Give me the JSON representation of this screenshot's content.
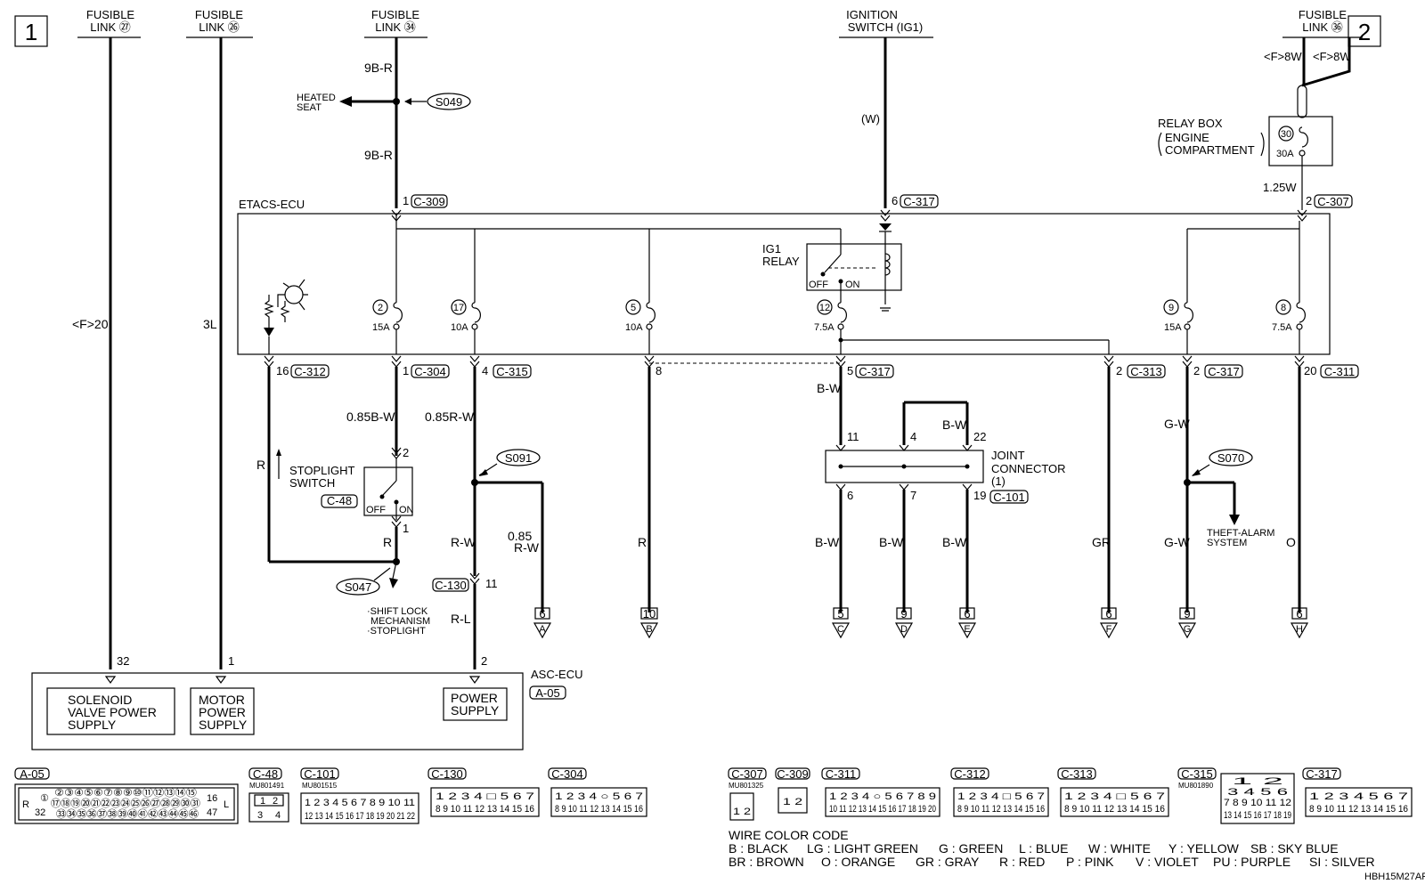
{
  "page_markers": [
    "1",
    "2"
  ],
  "sources": {
    "fl27": [
      "FUSIBLE",
      "LINK ㉗"
    ],
    "fl26": [
      "FUSIBLE",
      "LINK ㉖"
    ],
    "fl34": [
      "FUSIBLE",
      "LINK ㉞"
    ],
    "ig1": [
      "IGNITION",
      "SWITCH (IG1)"
    ],
    "fl36": [
      "FUSIBLE",
      "LINK ㊱"
    ]
  },
  "wires": {
    "f20": "<F>20",
    "l3": "3L",
    "br9a": "9B-R",
    "br9b": "9B-R",
    "w_ig": "(W)",
    "f8w_a": "<F>8W",
    "f8w_b": "<F>8W",
    "w125": "1.25W",
    "b085": "0.85B-W",
    "r085": "0.85R-W",
    "r_left": "R",
    "r_mid": "R",
    "rw": "R-W",
    "rw085a": "0.85",
    "rw085b": "R-W",
    "rl": "R-L",
    "r_c": "R",
    "bw_top": "B-W",
    "bw_jc": "B-W",
    "bw1": "B-W",
    "bw2": "B-W",
    "bw3": "B-W",
    "gr": "GR",
    "gw_top": "G-W",
    "gw_bot": "G-W",
    "o": "O"
  },
  "splices": {
    "s049": "S049",
    "s091": "S091",
    "s047": "S047",
    "s070": "S070"
  },
  "labels": {
    "heated_seat": [
      "HEATED",
      "SEAT"
    ],
    "etacs": "ETACS-ECU",
    "ig1_relay": [
      "IG1",
      "RELAY"
    ],
    "off": "OFF",
    "on": "ON",
    "relay_box": [
      "RELAY BOX",
      "ENGINE",
      "COMPARTMENT"
    ],
    "rb_fuse_no": "30",
    "rb_fuse_amp": "30A",
    "stoplight": [
      "STOPLIGHT",
      "SWITCH"
    ],
    "sw_off": "OFF",
    "sw_on": "ON",
    "shift_lock": [
      "·SHIFT LOCK",
      "MECHANISM",
      "·STOPLIGHT"
    ],
    "theft": [
      "THEFT-ALARM",
      "SYSTEM"
    ],
    "joint": [
      "JOINT",
      "CONNECTOR",
      "(1)"
    ],
    "asc_ecu": "ASC-ECU",
    "asc_conn": "A-05",
    "solenoid": [
      "SOLENOID",
      "VALVE POWER",
      "SUPPLY"
    ],
    "motor": [
      "MOTOR",
      "POWER",
      "SUPPLY"
    ],
    "power": [
      "POWER",
      "SUPPLY"
    ],
    "code": "HBH15M27AF"
  },
  "fuses": [
    {
      "no": "2",
      "amp": "15A"
    },
    {
      "no": "17",
      "amp": "10A"
    },
    {
      "no": "5",
      "amp": "10A"
    },
    {
      "no": "12",
      "amp": "7.5A"
    },
    {
      "no": "9",
      "amp": "15A"
    },
    {
      "no": "8",
      "amp": "7.5A"
    }
  ],
  "pins": {
    "p309": {
      "pin": "1",
      "conn": "C-309"
    },
    "p317top": {
      "pin": "6",
      "conn": "C-317"
    },
    "p307": {
      "pin": "2",
      "conn": "C-307"
    },
    "p312": {
      "pin": "16",
      "conn": "C-312"
    },
    "p304": {
      "pin": "1",
      "conn": "C-304"
    },
    "p315": {
      "pin": "4",
      "conn": "C-315"
    },
    "p8": {
      "pin": "8",
      "conn": ""
    },
    "p317a": {
      "pin": "5",
      "conn": "C-317"
    },
    "p313": {
      "pin": "2",
      "conn": "C-313"
    },
    "p317b": {
      "pin": "2",
      "conn": "C-317"
    },
    "p311": {
      "pin": "20",
      "conn": "C-311"
    },
    "sw_top": "2",
    "sw_bot": "1",
    "sw_conn": "C-48",
    "c130": "C-130",
    "c130_pin": "11",
    "asc32": "32",
    "asc1": "1",
    "asc2": "2",
    "jc11": "11",
    "jc4": "4",
    "jc22": "22",
    "jc6": "6",
    "jc7": "7",
    "jc19": "19",
    "jc_conn": "C-101"
  },
  "offpage": [
    {
      "num": "6",
      "letter": "A"
    },
    {
      "num": "10",
      "letter": "B"
    },
    {
      "num": "5",
      "letter": "C"
    },
    {
      "num": "9",
      "letter": "D"
    },
    {
      "num": "6",
      "letter": "E"
    },
    {
      "num": "6",
      "letter": "F"
    },
    {
      "num": "9",
      "letter": "G"
    },
    {
      "num": "6",
      "letter": "H"
    }
  ],
  "connectors": [
    {
      "name": "A-05",
      "part": ""
    },
    {
      "name": "C-48",
      "part": "MU801491"
    },
    {
      "name": "C-101",
      "part": "MU801515"
    },
    {
      "name": "C-130",
      "part": ""
    },
    {
      "name": "C-304",
      "part": ""
    },
    {
      "name": "C-307",
      "part": "MU801325"
    },
    {
      "name": "C-309",
      "part": ""
    },
    {
      "name": "C-311",
      "part": ""
    },
    {
      "name": "C-312",
      "part": ""
    },
    {
      "name": "C-313",
      "part": ""
    },
    {
      "name": "C-315",
      "part": "MU801890"
    },
    {
      "name": "C-317",
      "part": ""
    }
  ],
  "a05_pins": {
    "row1": "②③④⑤⑥⑦⑧⑨⑩⑪⑫⑬⑭⑮",
    "row2": "⑰⑱⑲⑳㉑㉒㉓㉔㉕㉖㉗㉘㉙㉚㉛",
    "row3": "㉝㉞㉟㊱㊲㊳㊴㊵㊶㊷㊸㊹㊺㊻",
    "p1": "①",
    "p32": "32",
    "p16": "16",
    "p47": "47",
    "r": "R",
    "l": "L"
  },
  "c48_pins": {
    "row1": [
      "1",
      "2"
    ],
    "row2": [
      "3",
      "4"
    ]
  },
  "c101_pins": {
    "row1": "1 2 3 4 5 6 7 8 9 10 11",
    "row2": "12 13 14 15 16 17 18 19 20 21 22"
  },
  "c130_pins": {
    "row1": "1 2 3 4 □ 5 6 7",
    "row2": "8 9 10 11 12 13 14 15 16"
  },
  "c304_pins": {
    "row1": "1 2 3 4 ○ 5 6 7",
    "row2": "8 9 10 11 12 13 14 15 16"
  },
  "c307_pins": "1 2",
  "c309_pins": "1 2",
  "c311_pins": {
    "row1": "1 2 3 4 ○ 5 6 7 8 9",
    "row2": "10 11 12 13 14 15 16 17 18 19 20"
  },
  "c312_pins": {
    "row1": "1 2 3 4 □ 5 6 7",
    "row2": "8 9 10 11 12 13 14 15 16"
  },
  "c313_pins": {
    "row1": "1 2 3 4 □ 5 6 7",
    "row2": "8 9 10 11 12 13 14 15 16"
  },
  "c315_pins": {
    "r1": "1 2",
    "r2": "3 4 5 6",
    "r3": "7 8 9 10 11 12",
    "r4": "13 14 15 16 17 18 19"
  },
  "c317_pins": {
    "row1": "1 2 3 4 5 6 7",
    "row2": "8 9 10 11 12 13 14 15 16"
  },
  "legend": {
    "title": "WIRE COLOR CODE",
    "row1": [
      "B : BLACK",
      "LG : LIGHT GREEN",
      "G : GREEN",
      "L : BLUE",
      "W : WHITE",
      "Y : YELLOW",
      "SB : SKY BLUE"
    ],
    "row2": [
      "BR : BROWN",
      "O : ORANGE",
      "GR : GRAY",
      "R : RED",
      "P : PINK",
      "V : VIOLET",
      "PU : PURPLE",
      "SI : SILVER"
    ]
  }
}
